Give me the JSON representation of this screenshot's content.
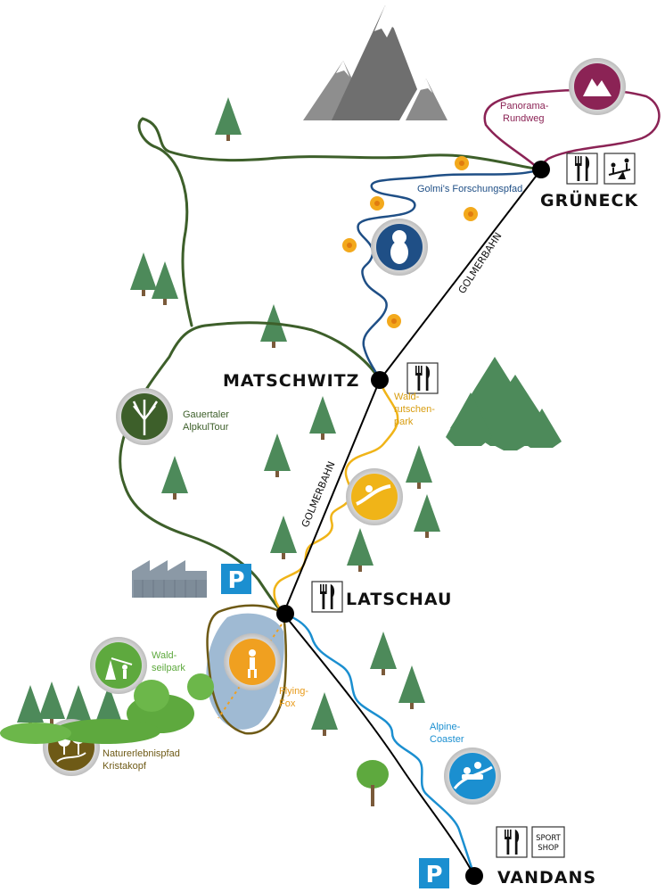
{
  "stations": {
    "grueneck": "GRÜNECK",
    "matschwitz": "MATSCHWITZ",
    "latschau": "LATSCHAU",
    "vandans": "VANDANS"
  },
  "lifts": {
    "upper": "GOLMERBAHN",
    "lower": "GOLMERBAHN"
  },
  "attractions": {
    "panorama_line1": "Panorama-",
    "panorama_line2": "Rundweg",
    "forschung": "Golmi's Forschungspfad",
    "gauertaler_line1": "Gauertaler",
    "gauertaler_line2": "AlpkulTour",
    "waldrutschen_line1": "Wald-",
    "waldrutschen_line2": "rutschen-",
    "waldrutschen_line3": "park",
    "waldseil_line1": "Wald-",
    "waldseil_line2": "seilpark",
    "flyingfox_line1": "Flying-",
    "flyingfox_line2": "Fox",
    "natur_line1": "Naturerlebnispfad",
    "natur_line2": "Kristakopf",
    "coaster_line1": "Alpine-",
    "coaster_line2": "Coaster"
  },
  "facilities": {
    "parking_symbol": "P",
    "sport_line1": "SPORT",
    "sport_line2": "SHOP"
  },
  "colors": {
    "forest_trail": "#3d5f2a",
    "forschung_trail": "#1f4f86",
    "panorama_trail": "#8b2355",
    "waldrutschen_trail": "#f0b418",
    "coaster_trail": "#1b8fd0",
    "nature_trail": "#6e5a16",
    "seilpark": "#5ea93e",
    "parking": "#1b8fd0",
    "tree": "#4d8a5a",
    "lake": "#9fbad3",
    "mountain": "#8c8c8c"
  },
  "icons": {
    "grueneck": [
      "restaurant-icon",
      "playground-icon"
    ],
    "matschwitz": [
      "restaurant-icon"
    ],
    "latschau": [
      "restaurant-icon"
    ],
    "vandans": [
      "restaurant-icon",
      "sport-shop-icon"
    ]
  }
}
